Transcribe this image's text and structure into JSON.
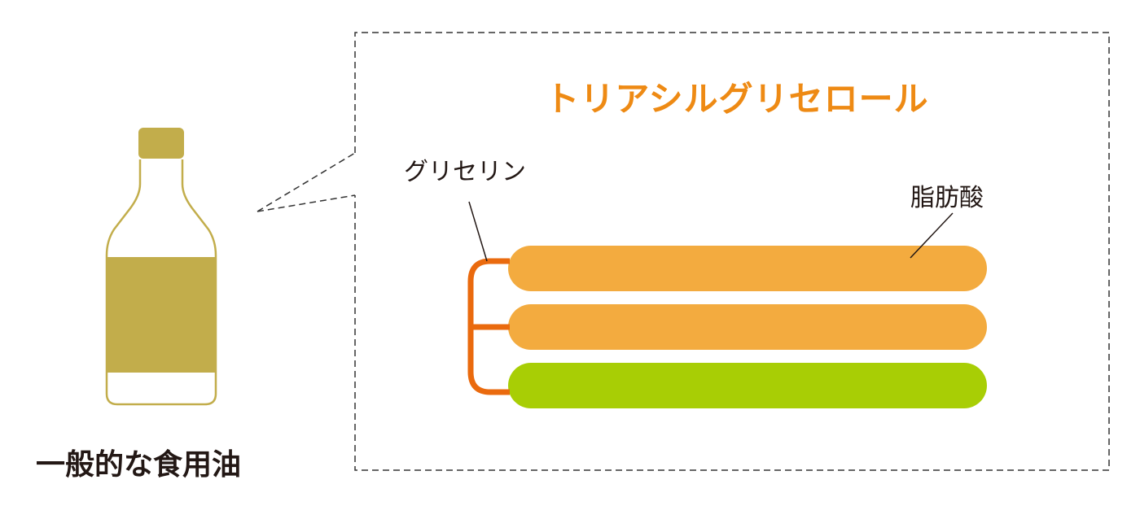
{
  "diagram": {
    "title": "トリアシルグリセロール",
    "glycerin_label": "グリセリン",
    "fatty_acid_label": "脂肪酸",
    "bottle_label": "一般的な食用油"
  },
  "colors": {
    "title_orange": "#ee8a14",
    "glycerin_backbone": "#ea6a0e",
    "fatty_acid_orange": "#f3ab3f",
    "fatty_acid_green": "#a8ce05",
    "bottle_gold": "#c2ad4b",
    "text_dark": "#231815"
  },
  "icons": {
    "bottle": "oil-bottle-icon"
  }
}
